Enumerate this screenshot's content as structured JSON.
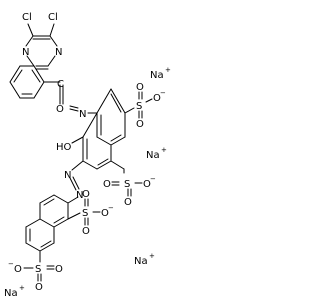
{
  "molecule": {
    "colors": {
      "bond": "#000000",
      "text": "#000000",
      "background": "#ffffff"
    },
    "atom_labels": {
      "cl1": "Cl",
      "cl2": "Cl",
      "n_quin_top": "N",
      "n_quin_bottom": "N",
      "c_carbonyl": "C",
      "o_carbonyl": "O",
      "n_imine": "N",
      "s_top": "S",
      "o_top_up": "O",
      "o_top_down": "O",
      "o_top_neg": "O",
      "ho": "HO",
      "s_mid": "S",
      "o_mid_left": "O",
      "o_mid_down": "O",
      "o_mid_neg": "O",
      "n_azo1": "N",
      "n_azo2": "N",
      "s_nap1": "S",
      "o_nap1_up": "O",
      "o_nap1_down": "O",
      "o_nap1_neg": "O",
      "s_nap2": "S",
      "o_nap2_up": "O",
      "o_nap2_down": "O",
      "o_nap2_neg": "O"
    },
    "charges": {
      "minus": "−",
      "plus": "+"
    },
    "counterions": {
      "na1": "Na",
      "na2": "Na",
      "na3": "Na",
      "na4": "Na"
    }
  }
}
